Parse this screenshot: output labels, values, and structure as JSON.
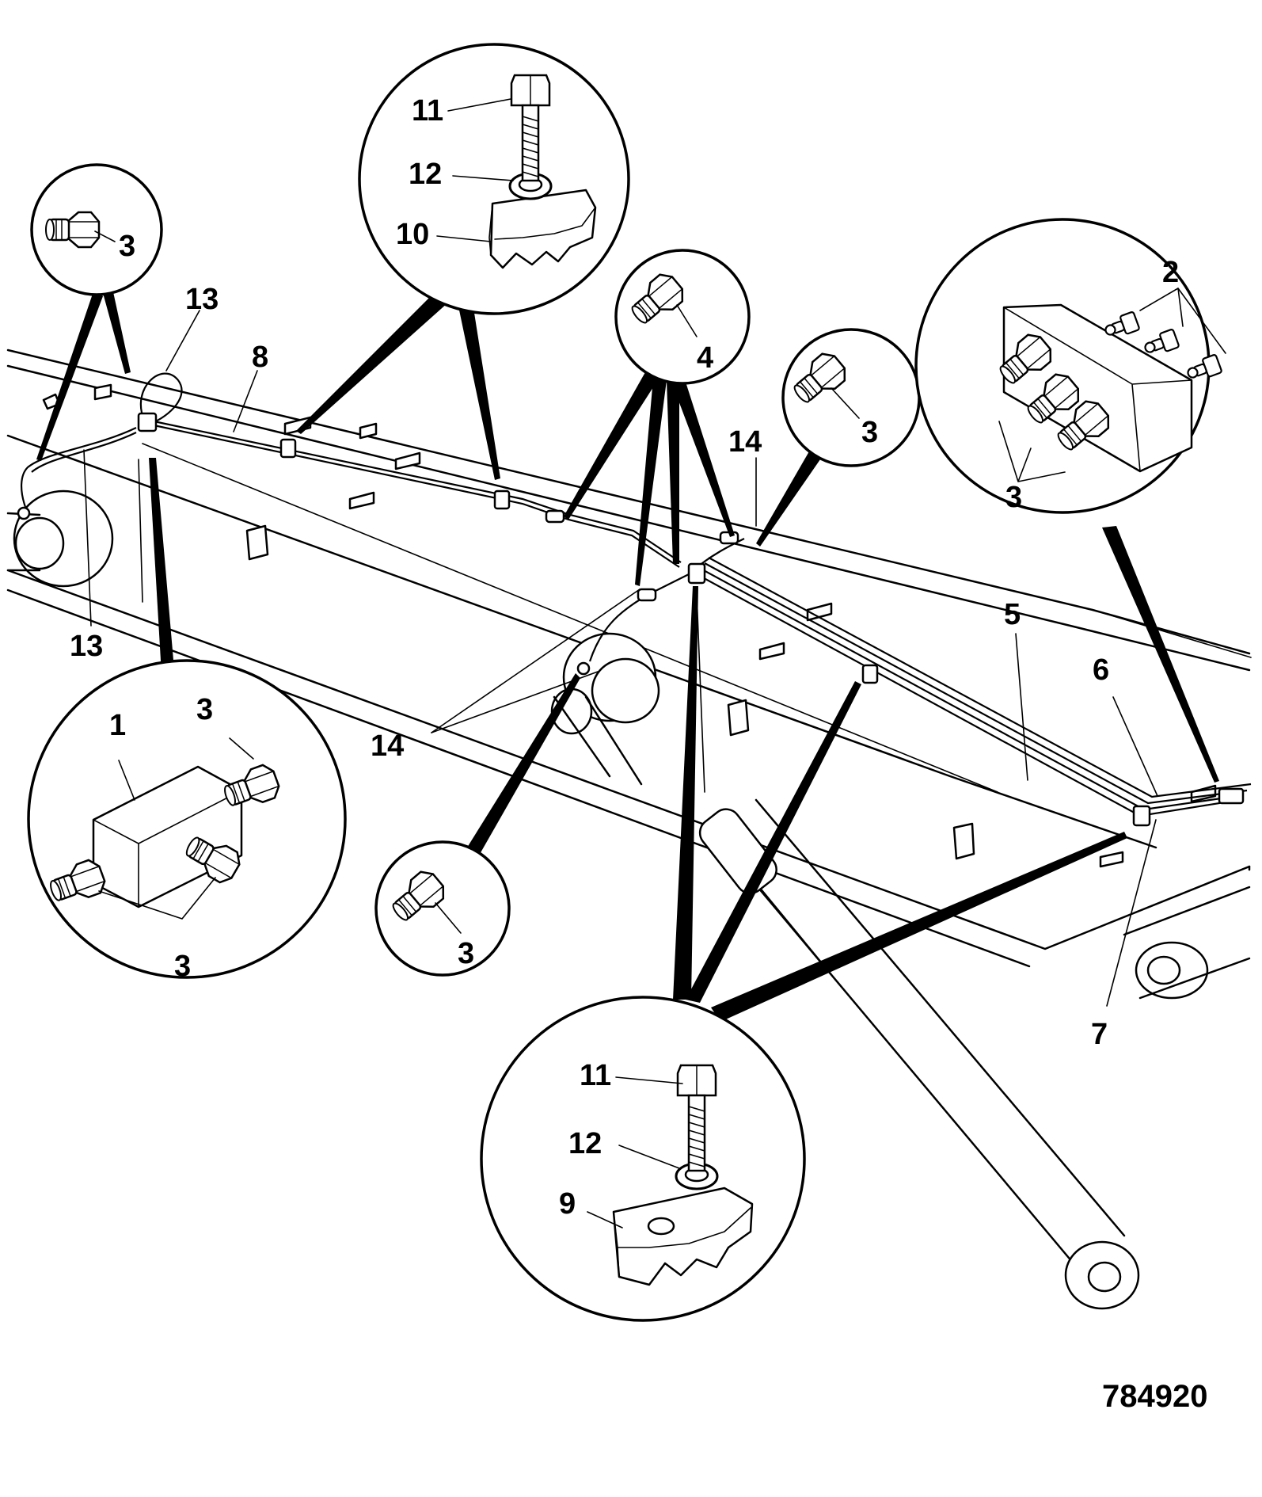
{
  "drawing_number": "784920",
  "callouts": {
    "c1": "1",
    "c2": "2",
    "c3": "3",
    "c4": "4",
    "c5": "5",
    "c6": "6",
    "c7": "7",
    "c8": "8",
    "c9": "9",
    "c10": "10",
    "c11": "11",
    "c12": "12",
    "c13": "13",
    "c14": "14"
  }
}
